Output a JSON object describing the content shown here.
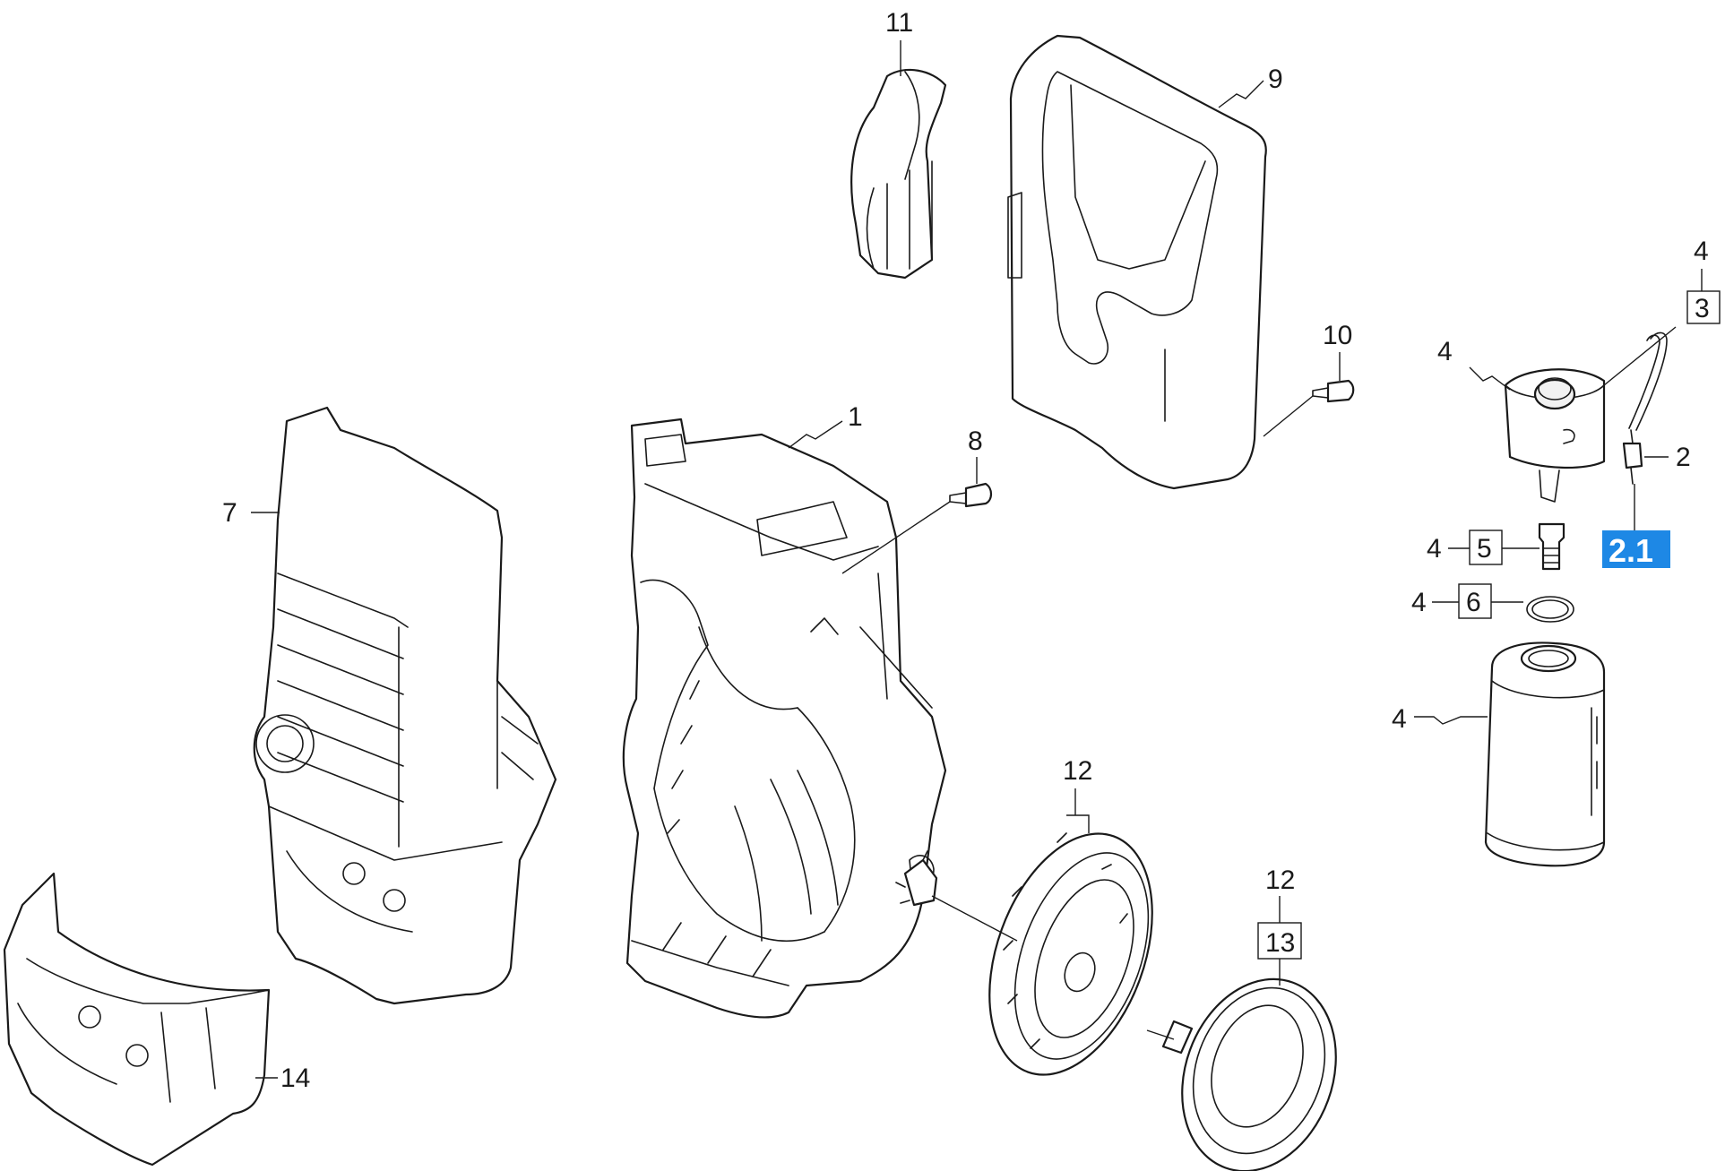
{
  "diagram": {
    "labels": {
      "p1": "1",
      "p2": "2",
      "p2_1": "2.1",
      "p3": "3",
      "p4_top": "4",
      "p4_cap": "4",
      "p4_s5": "4",
      "p4_s6": "4",
      "p4_tank": "4",
      "p5": "5",
      "p6": "6",
      "p7": "7",
      "p8": "8",
      "p9": "9",
      "p10": "10",
      "p11": "11",
      "p12_wheel": "12",
      "p12_hub": "12",
      "p13": "13",
      "p14": "14"
    },
    "colors": {
      "line": "#1a1a1a",
      "highlight": "#1e88e5",
      "highlight_text": "#ffffff",
      "part_fill": "#ffffff"
    }
  }
}
